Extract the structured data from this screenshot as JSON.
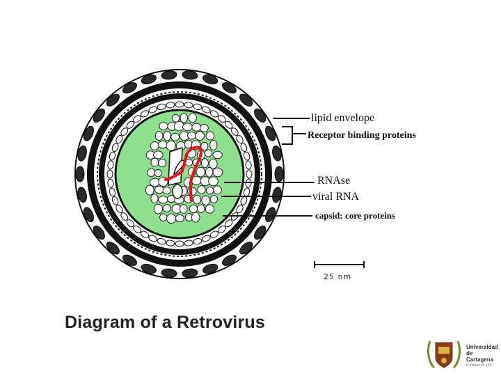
{
  "diagram": {
    "labels": {
      "lipid_envelope": "lipid envelope",
      "receptor_binding": "Receptor binding proteins",
      "rnase": "RNAse",
      "viral_rna": "viral RNA",
      "capsid": "capsid: core proteins"
    },
    "scale_bar": "25 nm",
    "colors": {
      "core_fill": "#8ee08e",
      "rna": "#e8141c",
      "outline": "#111111"
    }
  },
  "title": "Diagram of a Retrovirus",
  "logo": {
    "line1": "Universidad",
    "line2": "de Cartagena",
    "tagline": "Fundada en 1827"
  }
}
